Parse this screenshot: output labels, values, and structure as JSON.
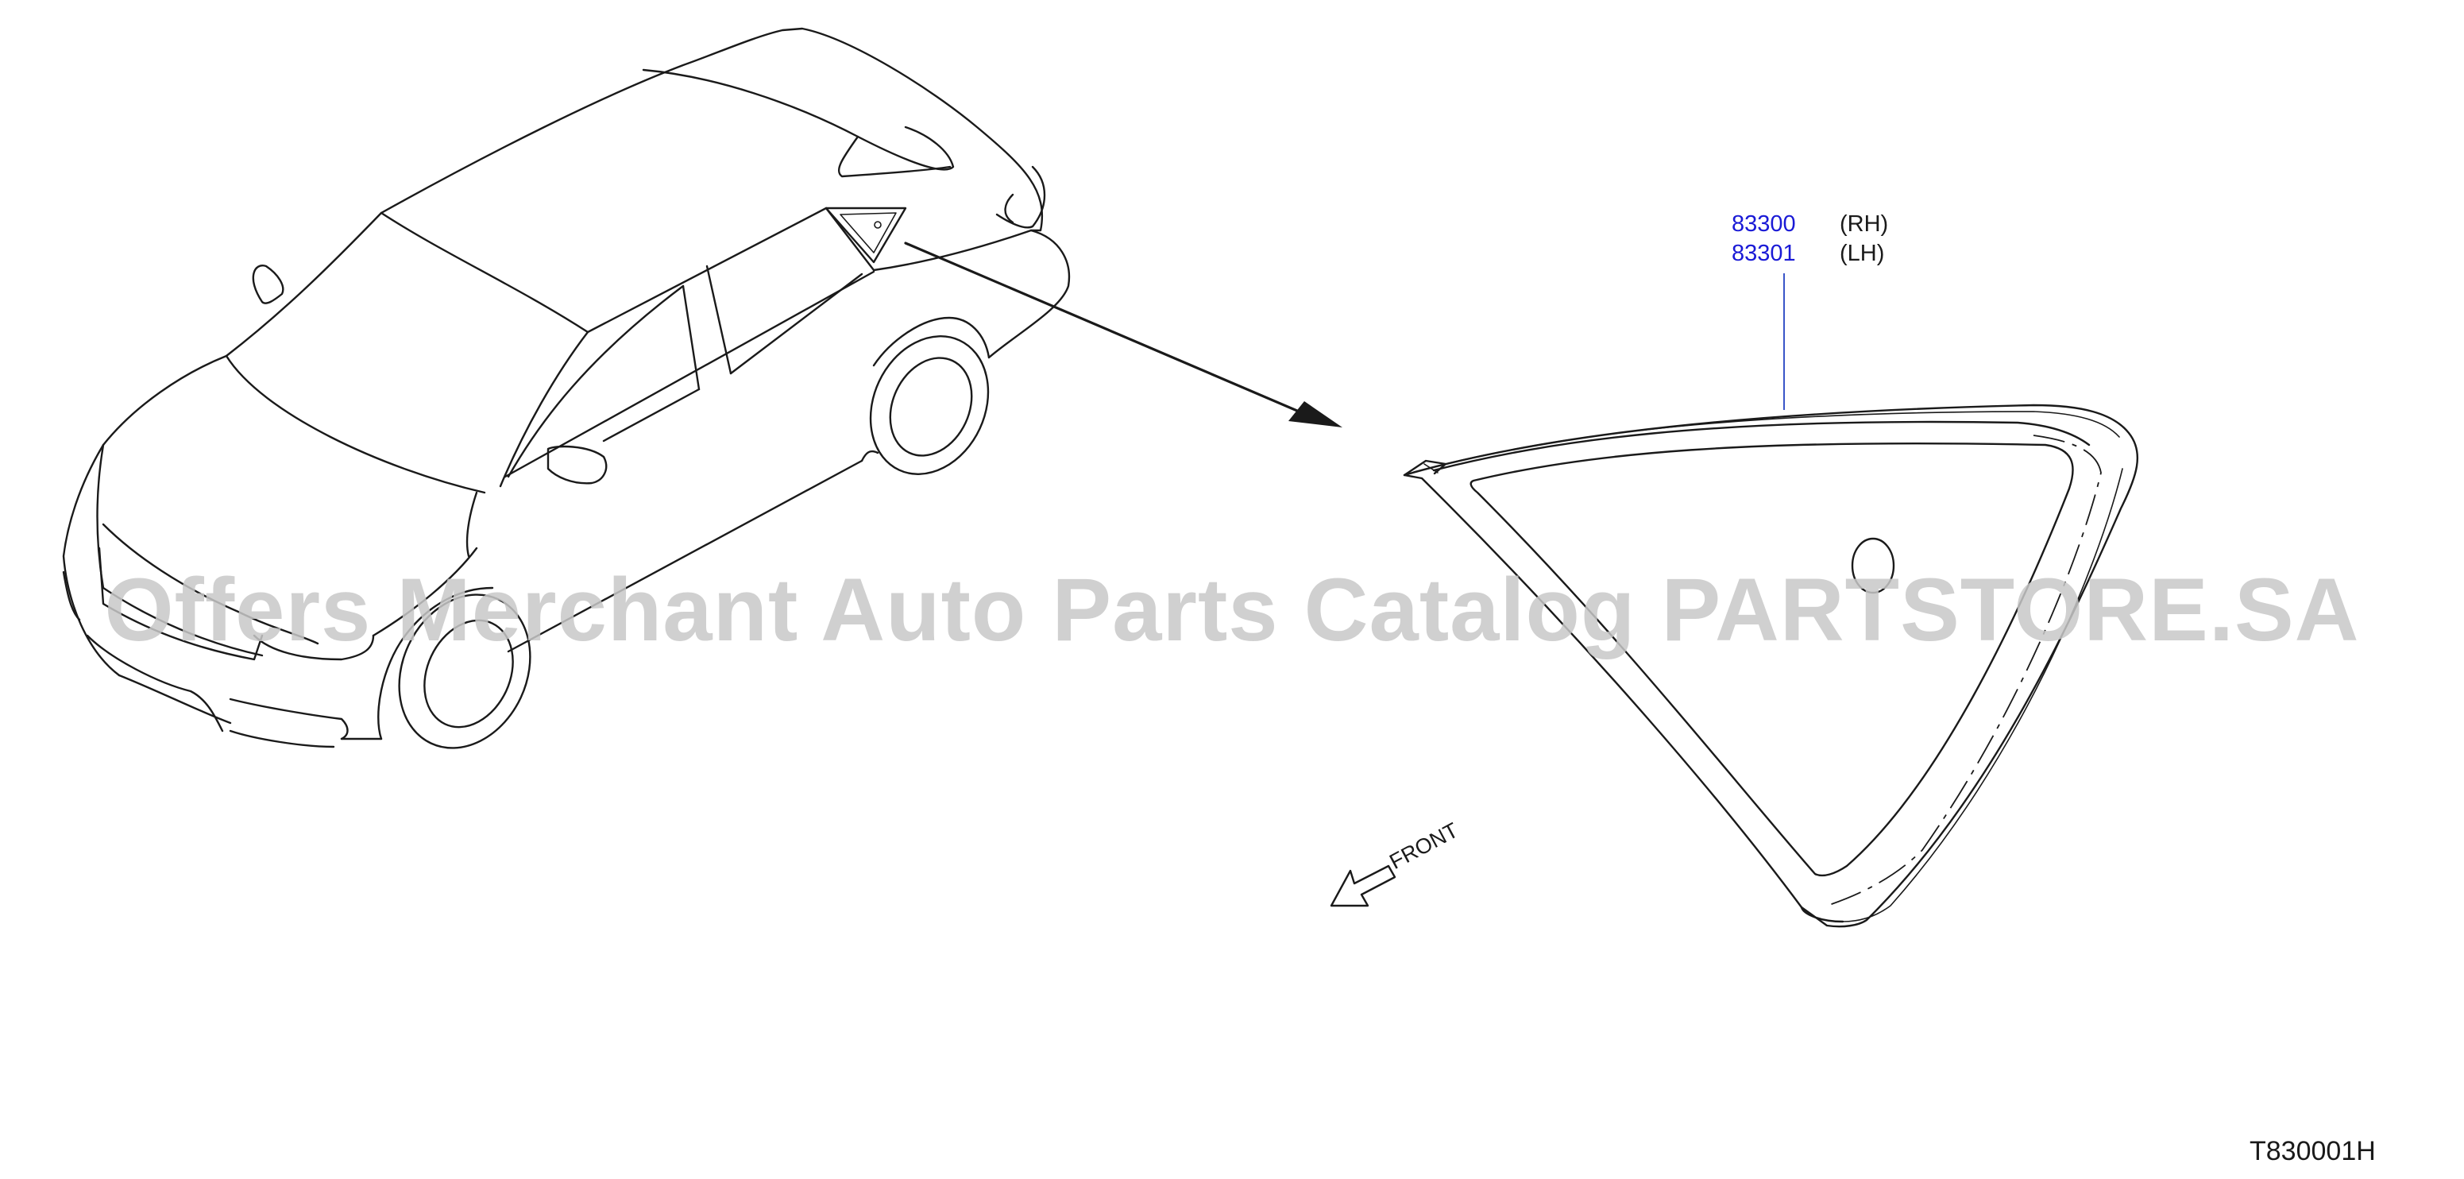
{
  "parts": [
    {
      "number": "83300",
      "side": "(RH)"
    },
    {
      "number": "83301",
      "side": "(LH)"
    }
  ],
  "front_label": "FRONT",
  "diagram_code": "T830001H",
  "watermark": "Offers Merchant Auto Parts Catalog PARTSTORE.SA",
  "colors": {
    "part_number": "#1a1ad6",
    "leader_line": "#3a55c8",
    "line_art": "#1a1a1a",
    "watermark": "#c8c8c8"
  }
}
